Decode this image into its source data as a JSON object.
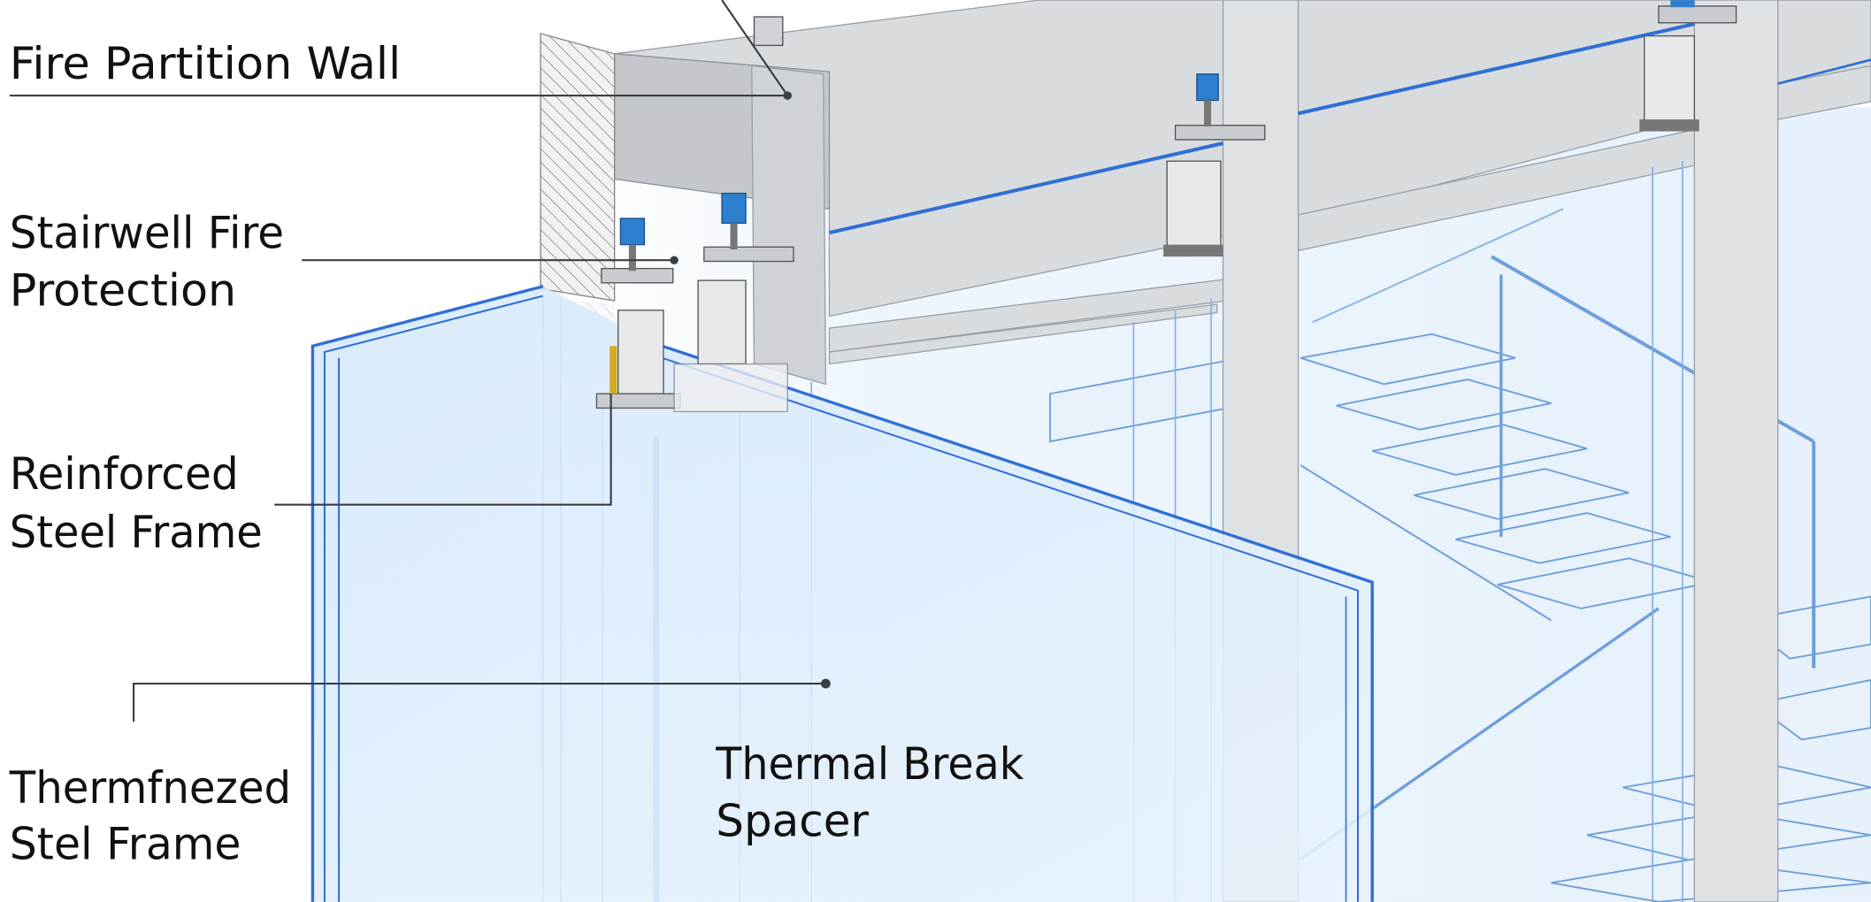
{
  "labels": {
    "fire_partition_wall": "Fire Partition Wall",
    "stairwell_fire_protection": [
      "Stairwell Fire",
      "Protection"
    ],
    "reinforced_steel_frame": [
      "Reinforced",
      "Steel Frame"
    ],
    "thermfnezed_stel_frame": [
      "Thermfnezed",
      "Stel Frame"
    ],
    "thermal_break_spacer": [
      "Thermal Break",
      "Spacer"
    ]
  },
  "colors": {
    "glass": "#dcecfb",
    "glass_edge": "#2f6fd6",
    "steel": "#d9dcdf",
    "actuator_cap": "#2f7fd0",
    "text": "#111111"
  }
}
